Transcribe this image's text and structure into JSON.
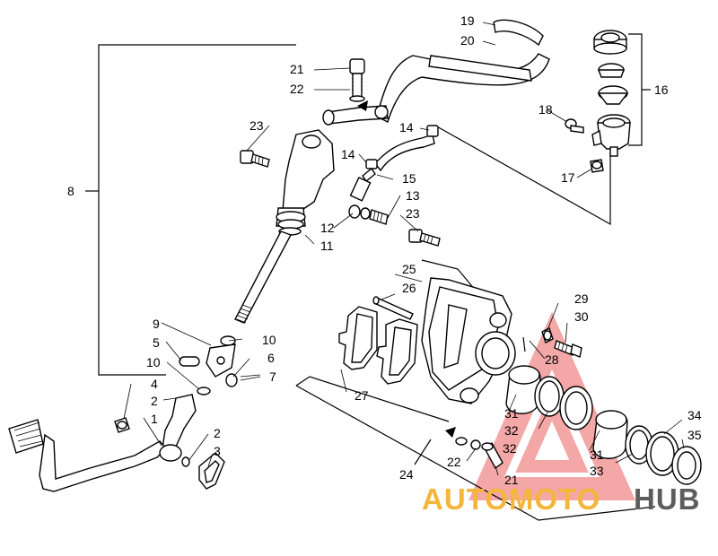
{
  "labels": {
    "l1": "1",
    "l2a": "2",
    "l2b": "2",
    "l3": "3",
    "l4": "4",
    "l5": "5",
    "l6": "6",
    "l7": "7",
    "l8": "8",
    "l9": "9",
    "l10a": "10",
    "l10b": "10",
    "l11": "11",
    "l12": "12",
    "l13": "13",
    "l14a": "14",
    "l14b": "14",
    "l15": "15",
    "l16": "16",
    "l17": "17",
    "l18": "18",
    "l19": "19",
    "l20": "20",
    "l21a": "21",
    "l21b": "21",
    "l22a": "22",
    "l22b": "22",
    "l23a": "23",
    "l23b": "23",
    "l24": "24",
    "l25": "25",
    "l26": "26",
    "l27": "27",
    "l28": "28",
    "l29": "29",
    "l30": "30",
    "l31a": "31",
    "l31b": "31",
    "l32a": "32",
    "l32b": "32",
    "l33": "33",
    "l34": "34",
    "l35": "35"
  },
  "watermark": {
    "part1": "AUTOMOTO",
    "part2": "HUB"
  },
  "colors": {
    "watermark_triangle": "#f08a8a",
    "watermark_text1": "#f4b63a",
    "watermark_text2": "#5d5d5d"
  }
}
